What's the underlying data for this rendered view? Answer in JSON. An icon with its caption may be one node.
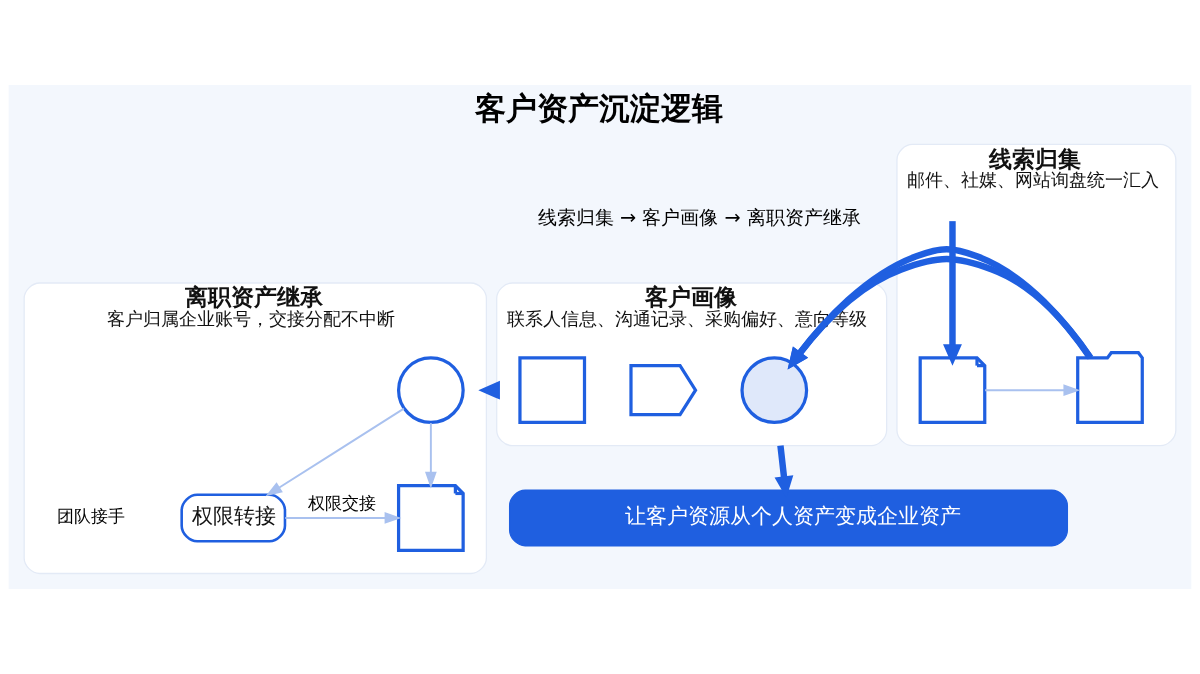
{
  "diagram": {
    "title": "客户资产沉淀逻辑",
    "nodes": [
      {
        "text": [
          "线索归集",
          "邮件、社媒、网站询盘统一汇入"
        ]
      },
      {
        "text": [],
        "shape": "document",
        "in": 0
      },
      {
        "text": [],
        "shape": "folder",
        "in": 0
      },
      {
        "text": [
          "客户画像",
          "联系人信息、沟通记录、采购偏好、意向等级"
        ]
      },
      {
        "text": [],
        "shape": "person",
        "in": 3
      },
      {
        "text": [],
        "shape": "tag",
        "in": 3
      },
      {
        "text": [],
        "shape": "card",
        "in": 3
      },
      {
        "text": [
          "离职资产继承",
          "客户归属企业账号，交接分配不中断"
        ]
      },
      {
        "text": [],
        "shape": "circle",
        "in": 7
      },
      {
        "text": [
          "权限转接"
        ],
        "in": 7
      },
      {
        "text": [],
        "shape": "document",
        "in": 7
      },
      {
        "text": [
          "让客户资源从个人资产变成企业资产"
        ]
      }
    ],
    "edges": [
      {
        "from": null,
        "to": 1,
        "arrow": "to",
        "style": "thick",
        "color": "#1f5fe0"
      },
      {
        "from": 1,
        "to": 2,
        "arrow": "to",
        "color": "#a9c1ef"
      },
      {
        "from": 0,
        "to": 3,
        "arrow": "to",
        "style": "thick",
        "color": "#1f5fe0"
      },
      {
        "from": 3,
        "to": 7,
        "arrow": "to",
        "style": "thick",
        "color": "#1f5fe0"
      },
      {
        "from": 8,
        "to": 9,
        "arrow": "to",
        "color": "#a9c1ef"
      },
      {
        "from": 8,
        "to": 10,
        "arrow": "to",
        "color": "#a9c1ef"
      },
      {
        "from": 9,
        "to": 10,
        "arrow": "to",
        "label": "权限交接",
        "color": "#a9c1ef"
      },
      {
        "from": 3,
        "to": 11,
        "arrow": "to",
        "style": "thick",
        "color": "#1f5fe0"
      }
    ],
    "labels": [
      "线索归集 → 客户画像 → 离职资产继承",
      "团队接手"
    ]
  }
}
